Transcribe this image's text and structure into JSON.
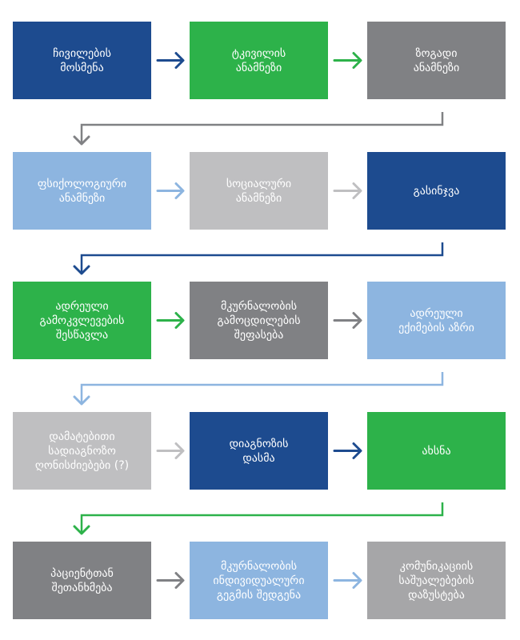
{
  "colors": {
    "dark_blue": "#1d4b8f",
    "green": "#2db24a",
    "gray": "#808184",
    "light_blue": "#8db5e0",
    "light_gray": "#bfbfc1"
  },
  "rows": [
    {
      "boxes": [
        {
          "label": "ჩივილების\nმოსმენა",
          "color": "#1d4b8f"
        },
        {
          "label": "ტკივილის\nანამნეზი",
          "color": "#2db24a"
        },
        {
          "label": "ზოგადი\nანამნეზი",
          "color": "#808184"
        }
      ],
      "arrows": [
        "#1d4b8f",
        "#2db24a"
      ],
      "connector": "#808184"
    },
    {
      "boxes": [
        {
          "label": "ფსიქოლოგიური\nანამნეზი",
          "color": "#8db5e0"
        },
        {
          "label": "სოციალური\nანამნეზი",
          "color": "#bfbfc1"
        },
        {
          "label": "გასინჯვა",
          "color": "#1d4b8f"
        }
      ],
      "arrows": [
        "#8db5e0",
        "#bfbfc1"
      ],
      "connector": "#1d4b8f"
    },
    {
      "boxes": [
        {
          "label": "ადრეული\nგამოკვლევების\nშესწავლა",
          "color": "#2db24a"
        },
        {
          "label": "მკურნალობის\nგამოცდილების\nშეფასება",
          "color": "#808184"
        },
        {
          "label": "ადრეული\nექიმების აზრი",
          "color": "#8db5e0"
        }
      ],
      "arrows": [
        "#2db24a",
        "#808184"
      ],
      "connector": "#8db5e0"
    },
    {
      "boxes": [
        {
          "label": "დამატებითი\nსადიაგნოზო\nღონისძიებები (?)",
          "color": "#bfbfc1"
        },
        {
          "label": "დიაგნოზის\nდასმა",
          "color": "#1d4b8f"
        },
        {
          "label": "ახსნა",
          "color": "#2db24a"
        }
      ],
      "arrows": [
        "#bfbfc1",
        "#1d4b8f"
      ],
      "connector": "#2db24a"
    },
    {
      "boxes": [
        {
          "label": "პაციენტთან\nშეთანხმება",
          "color": "#808184"
        },
        {
          "label": "მკურნალობის\nინდივიდუალური\nგეგმის შედგენა",
          "color": "#8db5e0"
        },
        {
          "label": "კომუნიკაციის\nსაშუალებების\nდაზუსტება",
          "color": "#a6a6a8"
        }
      ],
      "arrows": [
        "#808184",
        "#8db5e0"
      ],
      "connector": null
    }
  ]
}
